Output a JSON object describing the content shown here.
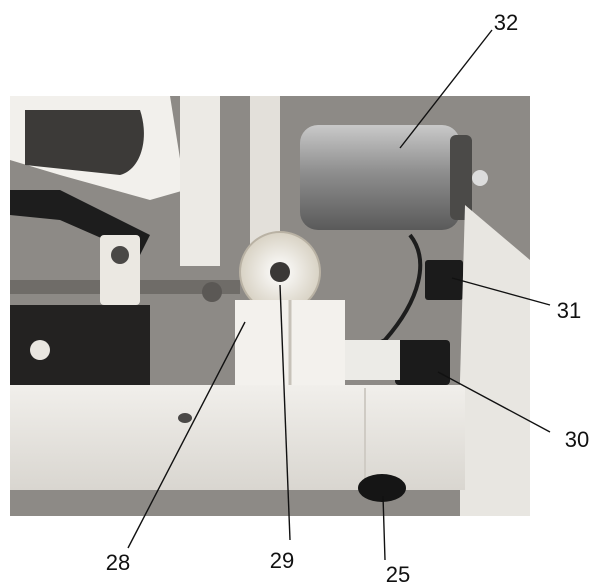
{
  "diagram": {
    "subject": "Interior mechanism: motor, worm gear, switches and foot",
    "callouts": [
      {
        "id": "28",
        "label": "28"
      },
      {
        "id": "29",
        "label": "29"
      },
      {
        "id": "25",
        "label": "25"
      },
      {
        "id": "30",
        "label": "30"
      },
      {
        "id": "31",
        "label": "31"
      },
      {
        "id": "32",
        "label": "32"
      }
    ]
  },
  "colors": {
    "background": "#ffffff",
    "housing": "#e6e3de",
    "motor": "#9a9a9a",
    "gear": "#efe9dd",
    "dark_parts": "#1d1d1d",
    "text": "#111111"
  }
}
